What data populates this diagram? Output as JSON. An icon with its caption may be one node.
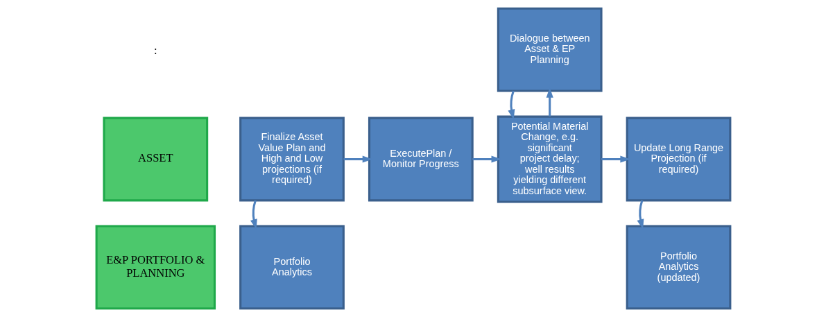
{
  "diagram": {
    "nodes": [
      {
        "text": [
          "ASSET"
        ]
      },
      {
        "text": [
          "E&P PORTFOLIO & PLANNING"
        ]
      },
      {
        "text": [
          "Finalize Asset Value Plan and High and Low projections (if required)"
        ]
      },
      {
        "text": [
          "ExecutePlan / Monitor Progress"
        ]
      },
      {
        "text": [
          "Potential Material Change, e.g. significant project delay; well results yielding different subsurface view."
        ]
      },
      {
        "text": [
          "Update Long Range Projection (if required)"
        ]
      },
      {
        "text": [
          "Portfolio Analytics"
        ]
      },
      {
        "text": [
          "Dialogue between Asset & EP Planning"
        ]
      },
      {
        "text": [
          "Portfolio Analytics (updated)"
        ]
      }
    ],
    "edges": [
      {
        "from": 2,
        "to": 3,
        "arrow": "to"
      },
      {
        "from": 3,
        "to": 4,
        "arrow": "to"
      },
      {
        "from": 4,
        "to": 5,
        "arrow": "to"
      },
      {
        "from": 2,
        "to": 6,
        "arrow": "to"
      },
      {
        "from": 4,
        "to": 7,
        "arrow": "to"
      },
      {
        "from": 7,
        "to": 4,
        "arrow": "to"
      },
      {
        "from": 5,
        "to": 8,
        "arrow": "to"
      }
    ],
    "labels": [
      ":"
    ]
  }
}
